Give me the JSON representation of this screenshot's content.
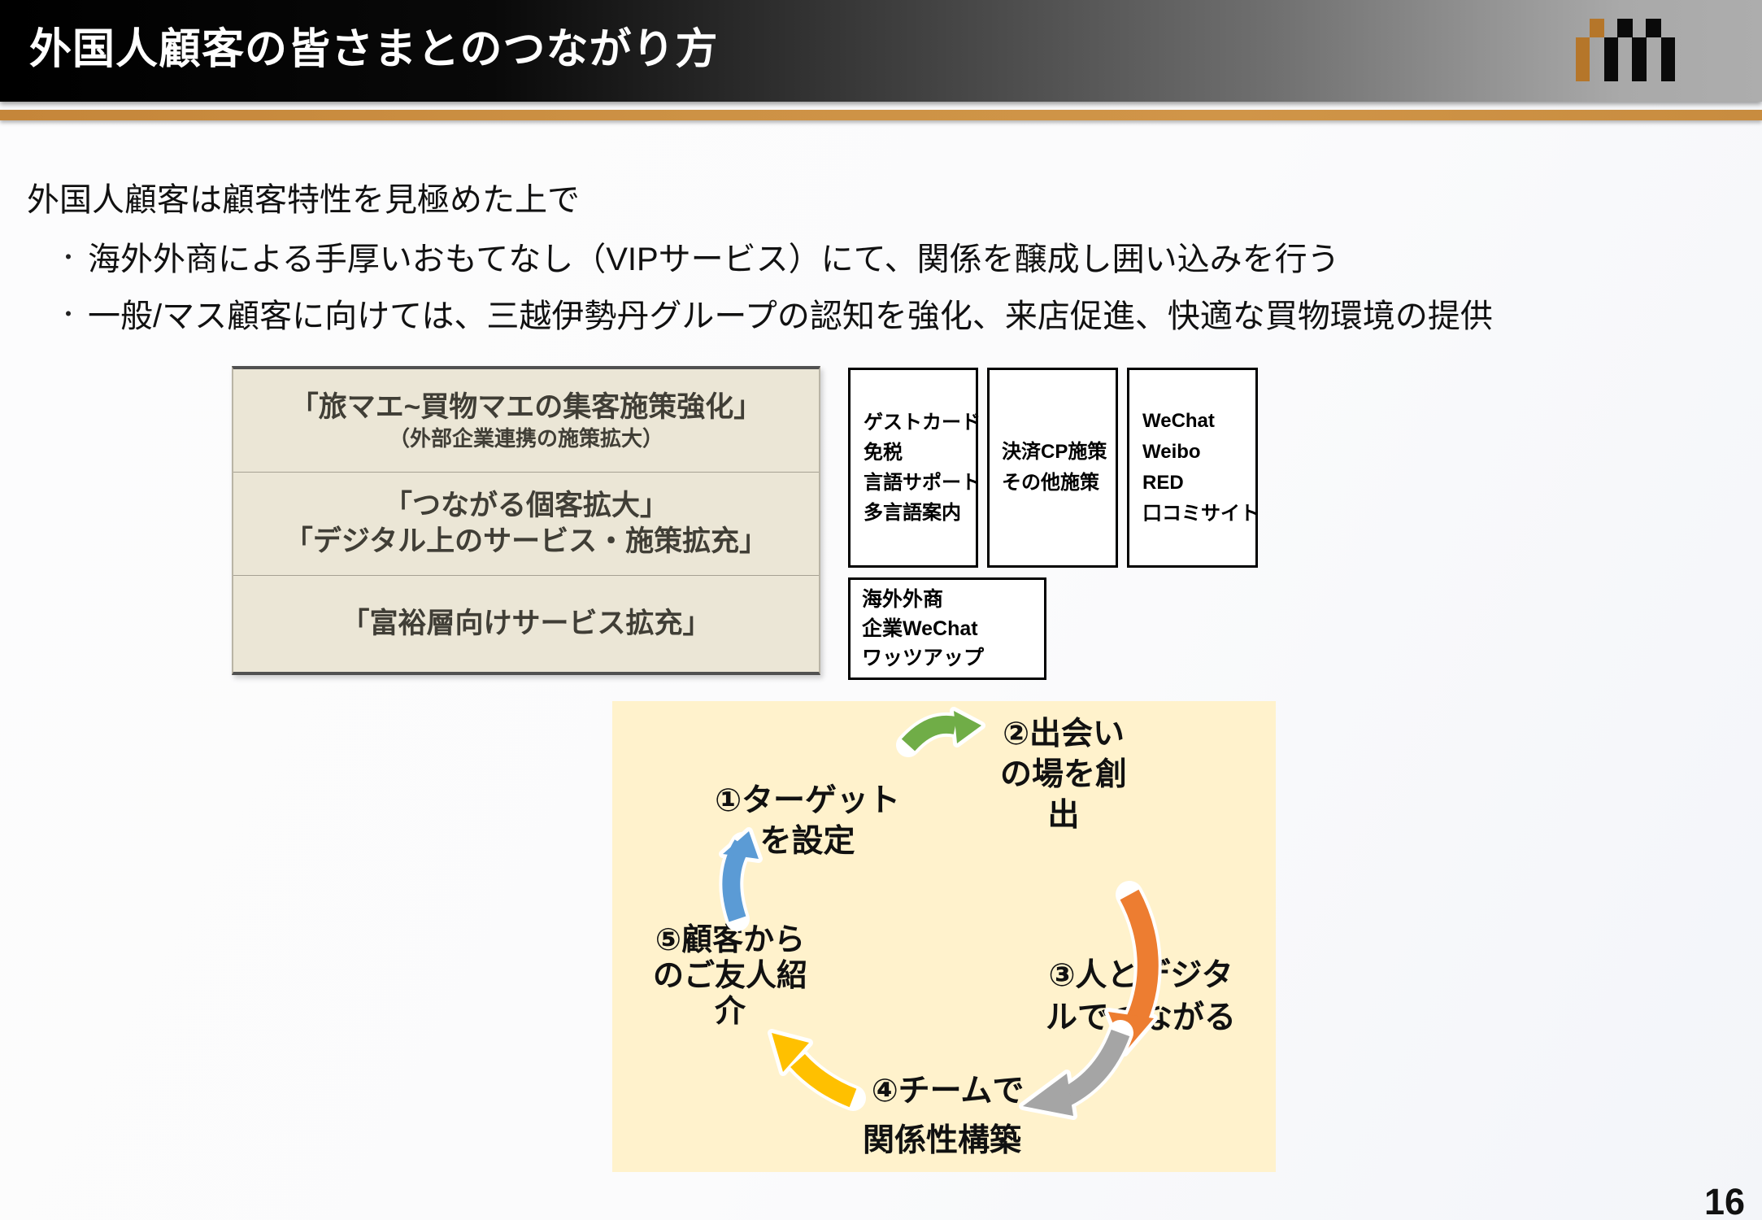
{
  "header": {
    "title": "外国人顧客の皆さまとのつながり方",
    "logo": "mitsukoshi-isetan-im-logo"
  },
  "page_number": "16",
  "intro": {
    "lead": "外国人顧客は顧客特性を見極めた上で",
    "bullet_glyph": "・",
    "bullets": [
      "海外外商による手厚いおもてなし（VIPサービス）にて、関係を醸成し囲い込みを行う",
      "一般/マス顧客に向けては、三越伊勢丹グループの認知を強化、来店促進、快適な買物環境の提供"
    ]
  },
  "strategy_box": {
    "rows": [
      {
        "title": "「旅マエ~買物マエの集客施策強化」",
        "subtitle": "（外部企業連携の施策拡大）"
      },
      {
        "line1": "「つながる個客拡大」",
        "line2": "「デジタル上のサービス・施策拡充」"
      },
      {
        "title": "「富裕層向けサービス拡充」"
      }
    ]
  },
  "measure_boxes": [
    {
      "lines": [
        "ゲストカード",
        "免税",
        "言語サポート",
        "多言語案内"
      ]
    },
    {
      "lines": [
        "決済CP施策",
        "その他施策"
      ]
    },
    {
      "lines": [
        "WeChat",
        "Weibo",
        "RED",
        "口コミサイト"
      ]
    },
    {
      "lines": [
        "海外外商",
        "企業WeChat",
        "ワッツアップ"
      ]
    }
  ],
  "cycle": {
    "panel_bg": "#FFF2CC",
    "steps": {
      "step1": [
        "①ターゲット",
        "を設定"
      ],
      "step2": [
        "②出会い",
        "の場を創",
        "出"
      ],
      "step3": [
        "③人とデジタ",
        "ルでつながる"
      ],
      "step4": [
        "④チームで",
        "関係性構築"
      ],
      "step5": [
        "⑤顧客から",
        "のご友人紹",
        "介"
      ]
    },
    "arrow_colors": {
      "green": "#70AD47",
      "orange": "#ED7D31",
      "gray": "#A5A5A5",
      "gold": "#FFC000",
      "blue": "#5B9BD5"
    }
  },
  "colors": {
    "header_gradient_left": "#000000",
    "header_gradient_right": "#ADADAD",
    "accent_bar": "#CD9245",
    "logo_orange": "#B5762A",
    "logo_black": "#0A0A0A",
    "strategy_box_bg": "#EBE6D6",
    "strategy_box_text": "#403E36"
  }
}
